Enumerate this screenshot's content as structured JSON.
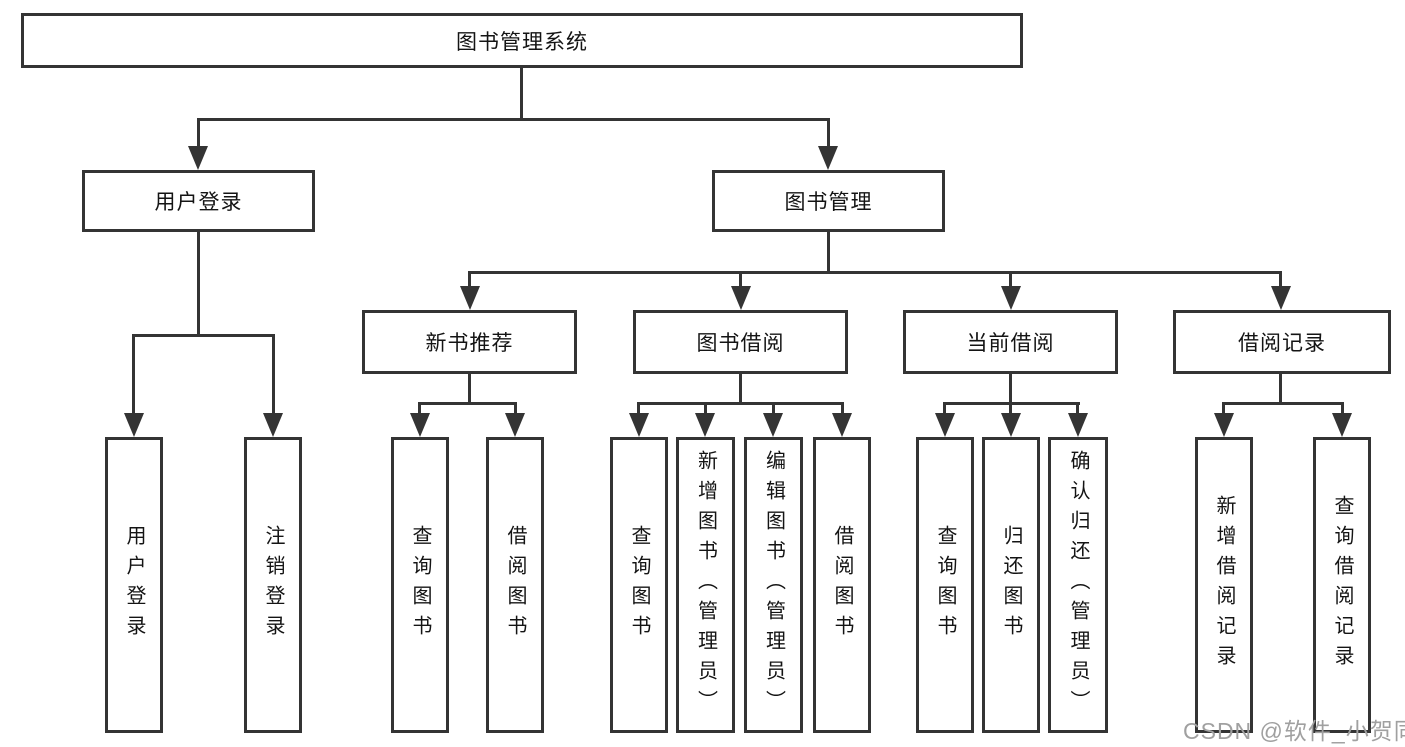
{
  "diagram": {
    "root": {
      "label": "图书管理系统"
    },
    "level2": [
      {
        "label": "用户登录"
      },
      {
        "label": "图书管理"
      }
    ],
    "level3": [
      {
        "label": "新书推荐"
      },
      {
        "label": "图书借阅"
      },
      {
        "label": "当前借阅"
      },
      {
        "label": "借阅记录"
      }
    ],
    "leaves": {
      "user": [
        "用户登录",
        "注销登录"
      ],
      "recommend": [
        "查询图书",
        "借阅图书"
      ],
      "borrow": [
        "查询图书",
        "新增图书（管理员）",
        "编辑图书（管理员）",
        "借阅图书"
      ],
      "current": [
        "查询图书",
        "归还图书",
        "确认归还（管理员）"
      ],
      "records": [
        "新增借阅记录",
        "查询借阅记录"
      ]
    }
  },
  "watermark": {
    "text": "CSDN @软件_小贺同学"
  },
  "colors": {
    "line": "#343434",
    "watermark": "#a0a0a0",
    "background": "#ffffff"
  }
}
